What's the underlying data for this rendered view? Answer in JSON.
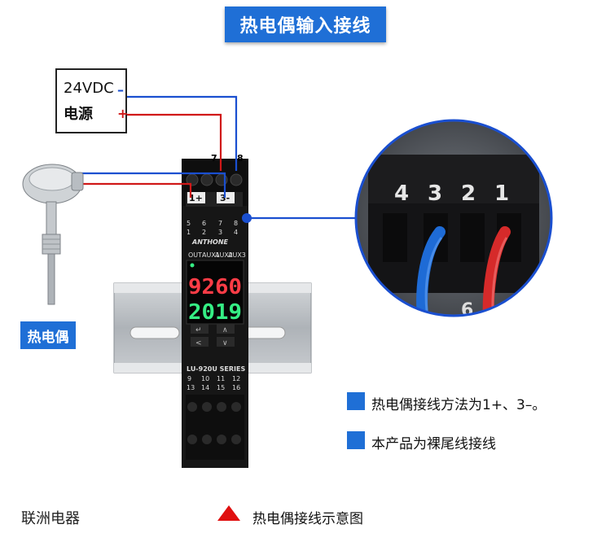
{
  "title": "热电偶输入接线",
  "power_supply": {
    "voltage": "24VDC",
    "name": "电源",
    "negative": "–",
    "positive": "+"
  },
  "terminals_top": {
    "t7": "7",
    "t8": "8",
    "t1_plus": "1+",
    "t3_minus": "3-",
    "row_upper": [
      "5",
      "6",
      "7",
      "8"
    ],
    "row_lower": [
      "1",
      "2",
      "3",
      "4"
    ]
  },
  "module": {
    "brand": "ANTHONE",
    "indicators": [
      "OUT",
      "AUX1",
      "AUX2",
      "AUX3"
    ],
    "pv_display": "9260",
    "sv_display": "2019",
    "series": "LU-920U SERIES",
    "row_upper": [
      "9",
      "10",
      "11",
      "12"
    ],
    "row_lower": [
      "13",
      "14",
      "15",
      "16"
    ]
  },
  "zoom": {
    "numbers": [
      "4",
      "3",
      "2",
      "1"
    ],
    "bottom_mark": "6"
  },
  "thermocouple_label": "热电偶",
  "notes": [
    "热电偶接线方法为1+、3–。",
    "本产品为裸尾线接线"
  ],
  "company": "联洲电器",
  "caption": "热电偶接线示意图",
  "colors": {
    "accent_blue": "#1f6fd6",
    "wire_blue": "#1a4fd0",
    "wire_red": "#d01818",
    "caption_triangle": "#e01010"
  }
}
